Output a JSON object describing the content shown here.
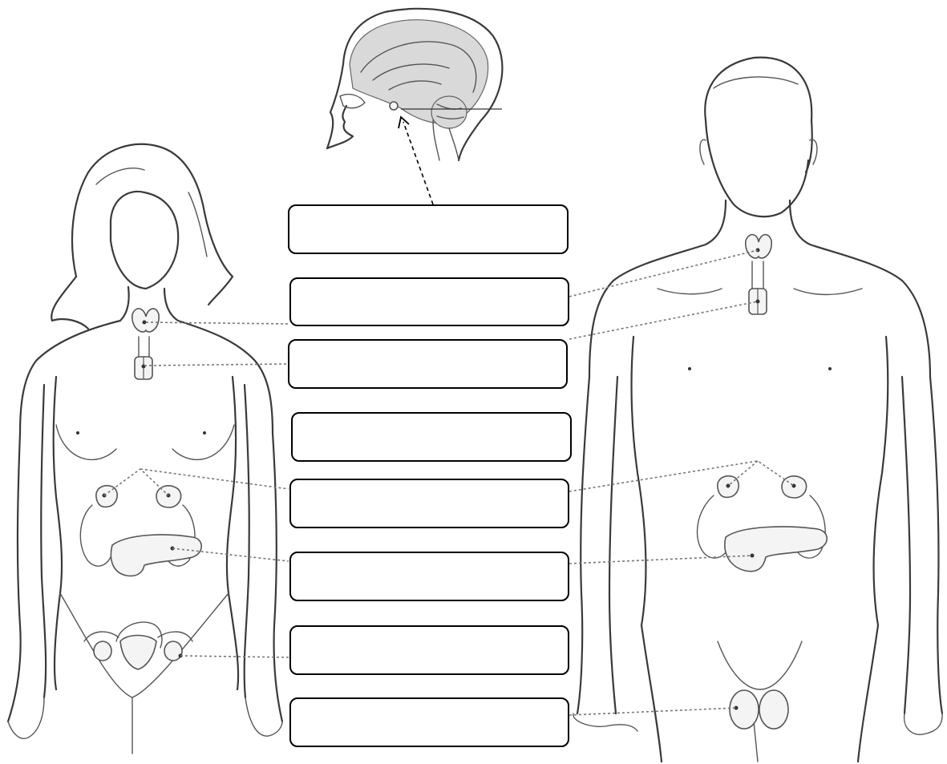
{
  "diagram": {
    "subject": "human-endocrine-system",
    "figures": [
      "female-body",
      "male-body",
      "head-sagittal-brain"
    ],
    "label_boxes": [
      {
        "id": "box-1",
        "text": "",
        "points_to": "pituitary-gland"
      },
      {
        "id": "box-2",
        "text": "",
        "points_to": "thyroid"
      },
      {
        "id": "box-3",
        "text": "",
        "points_to": "thymus"
      },
      {
        "id": "box-4",
        "text": "",
        "points_to": ""
      },
      {
        "id": "box-5",
        "text": "",
        "points_to": "adrenal-glands"
      },
      {
        "id": "box-6",
        "text": "",
        "points_to": "pancreas"
      },
      {
        "id": "box-7",
        "text": "",
        "points_to": "ovaries"
      },
      {
        "id": "box-8",
        "text": "",
        "points_to": "testes"
      }
    ],
    "colors": {
      "outline": "#3a3a3a",
      "box_border": "#000000",
      "leader": "#777777",
      "brain": "#d9d9d9"
    }
  }
}
